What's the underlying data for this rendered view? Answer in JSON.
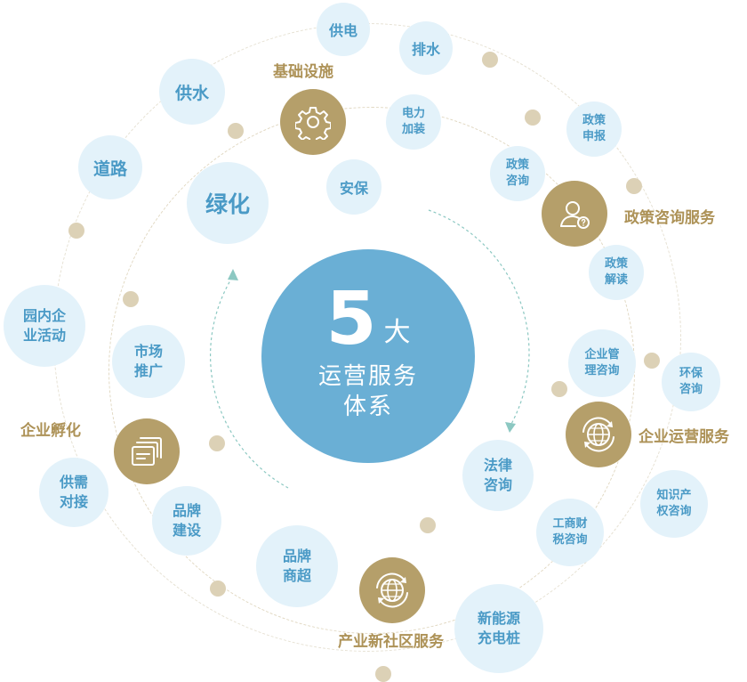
{
  "center": {
    "number": "5",
    "unit": "大",
    "subtitle": "运营服务\n体系"
  },
  "categories": [
    {
      "id": "infrastructure",
      "label": "基础设施",
      "icon": "gear-icon"
    },
    {
      "id": "policy",
      "label": "政策咨询服务",
      "icon": "user-consult-icon"
    },
    {
      "id": "operation",
      "label": "企业运营服务",
      "icon": "globe-exchange-icon"
    },
    {
      "id": "community",
      "label": "产业新社区服务",
      "icon": "globe-exchange-icon"
    },
    {
      "id": "incubation",
      "label": "企业孵化",
      "icon": "card-icon"
    }
  ],
  "services": [
    {
      "id": "power-supply",
      "label": "供电"
    },
    {
      "id": "drainage",
      "label": "排水"
    },
    {
      "id": "water-supply",
      "label": "供水"
    },
    {
      "id": "power-install",
      "label": "电力\n加装"
    },
    {
      "id": "policy-apply",
      "label": "政策\n申报"
    },
    {
      "id": "policy-consult",
      "label": "政策\n咨询"
    },
    {
      "id": "roads",
      "label": "道路"
    },
    {
      "id": "security",
      "label": "安保"
    },
    {
      "id": "greening",
      "label": "绿化"
    },
    {
      "id": "policy-interpret",
      "label": "政策\n解读"
    },
    {
      "id": "park-activities",
      "label": "园内企\n业活动"
    },
    {
      "id": "marketing",
      "label": "市场\n推广"
    },
    {
      "id": "mgmt-consult",
      "label": "企业管\n理咨询"
    },
    {
      "id": "env-consult",
      "label": "环保\n咨询"
    },
    {
      "id": "supply-demand",
      "label": "供需\n对接"
    },
    {
      "id": "legal-consult",
      "label": "法律\n咨询"
    },
    {
      "id": "ip-consult",
      "label": "知识产\n权咨询"
    },
    {
      "id": "brand-building",
      "label": "品牌\n建设"
    },
    {
      "id": "tax-consult",
      "label": "工商财\n税咨询"
    },
    {
      "id": "brand-store",
      "label": "品牌\n商超"
    },
    {
      "id": "ev-charging",
      "label": "新能源\n充电桩"
    }
  ],
  "colors": {
    "center": "#6aafd5",
    "bubble_bg": "#e3f2fa",
    "bubble_text": "#4a9ac6",
    "category_circle": "#b59f6a",
    "category_label": "#ad9257",
    "dot": "#dcd1b6"
  }
}
